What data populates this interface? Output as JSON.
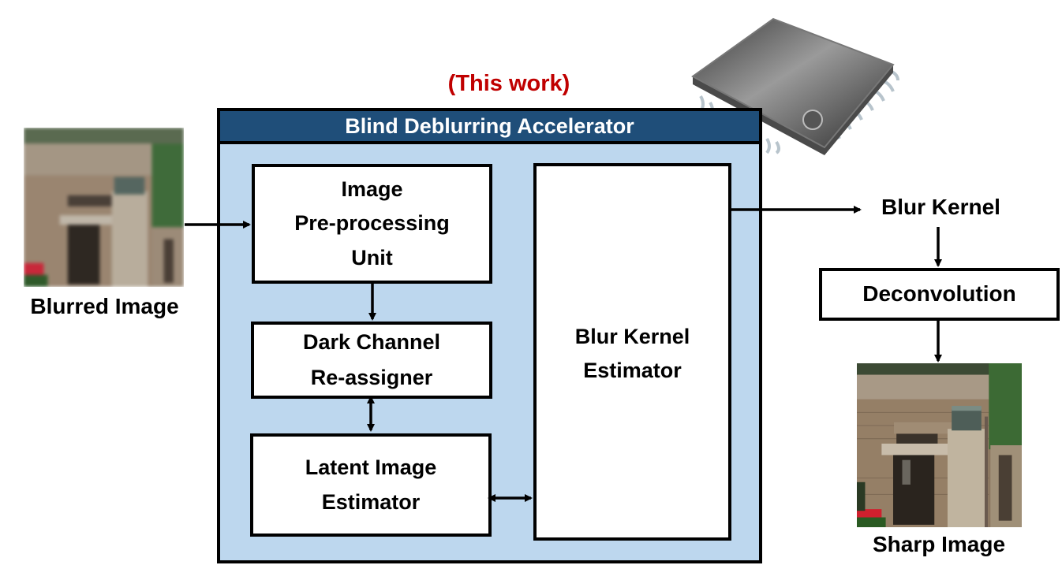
{
  "title_annotation": "(This work)",
  "accelerator": {
    "header": "Blind Deblurring Accelerator",
    "blocks": {
      "preprocessing": [
        "Image",
        "Pre-processing",
        "Unit"
      ],
      "dark_channel": [
        "Dark Channel",
        "Re-assigner"
      ],
      "latent_image": [
        "Latent Image",
        "Estimator"
      ],
      "kernel_estimator": [
        "Blur Kernel",
        "Estimator"
      ]
    }
  },
  "input": {
    "caption": "Blurred Image"
  },
  "outputs": {
    "kernel_label": "Blur Kernel",
    "deconvolution_label": "Deconvolution",
    "result_caption": "Sharp Image"
  },
  "icons": {
    "chip": "microchip-icon"
  },
  "colors": {
    "header_bg": "#1f4e79",
    "accelerator_bg": "#bdd7ee",
    "annotation": "#c00000"
  }
}
